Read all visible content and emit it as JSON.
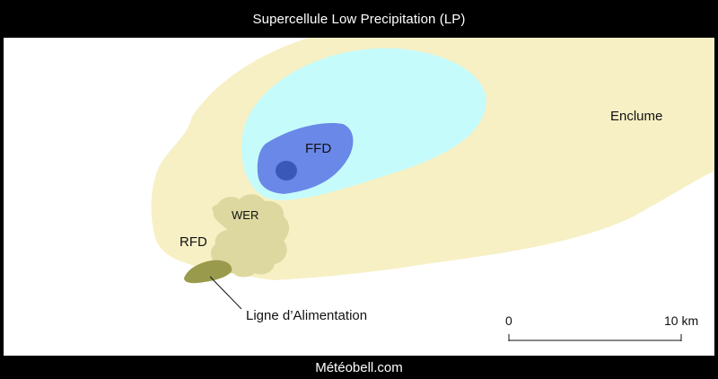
{
  "header": {
    "title": "Supercellule Low Precipitation (LP)"
  },
  "diagram": {
    "labels": {
      "anvil": "Enclume",
      "ffd": "FFD",
      "wer": "WER",
      "rfd": "RFD",
      "inflow": "Ligne d’Alimentation"
    },
    "scale_bar": {
      "start_label": "0",
      "end_label": "10 km"
    },
    "colors": {
      "anvil": "#f7f0c4",
      "light_precipitation": "#c6fbfb",
      "moderate_precipitation": "#6a88e8",
      "heavy_core": "#3a58b8",
      "wer": "#dcd8a0",
      "inflow_band": "#9a9a4c"
    }
  },
  "footer": {
    "credit": "Météobell.com"
  }
}
